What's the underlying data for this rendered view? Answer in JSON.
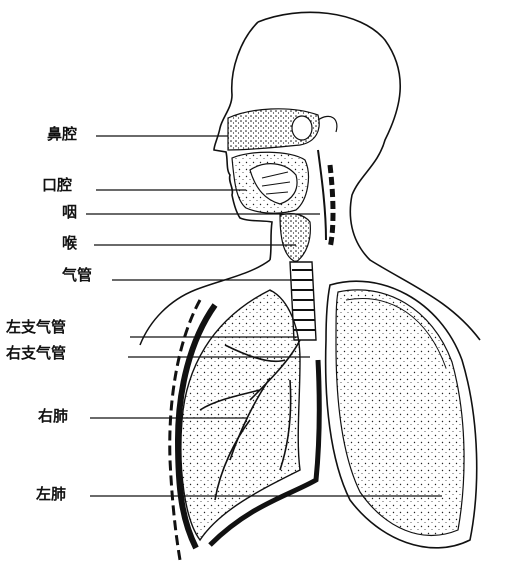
{
  "labels": {
    "nasal_cavity": "鼻腔",
    "oral_cavity": "口腔",
    "pharynx": "咽",
    "larynx": "喉",
    "trachea": "气管",
    "left_bronchus": "左支气管",
    "right_bronchus": "右支气管",
    "right_lung": "右肺",
    "left_lung": "左肺"
  },
  "colors": {
    "ink": "#111111",
    "paper": "#ffffff"
  }
}
